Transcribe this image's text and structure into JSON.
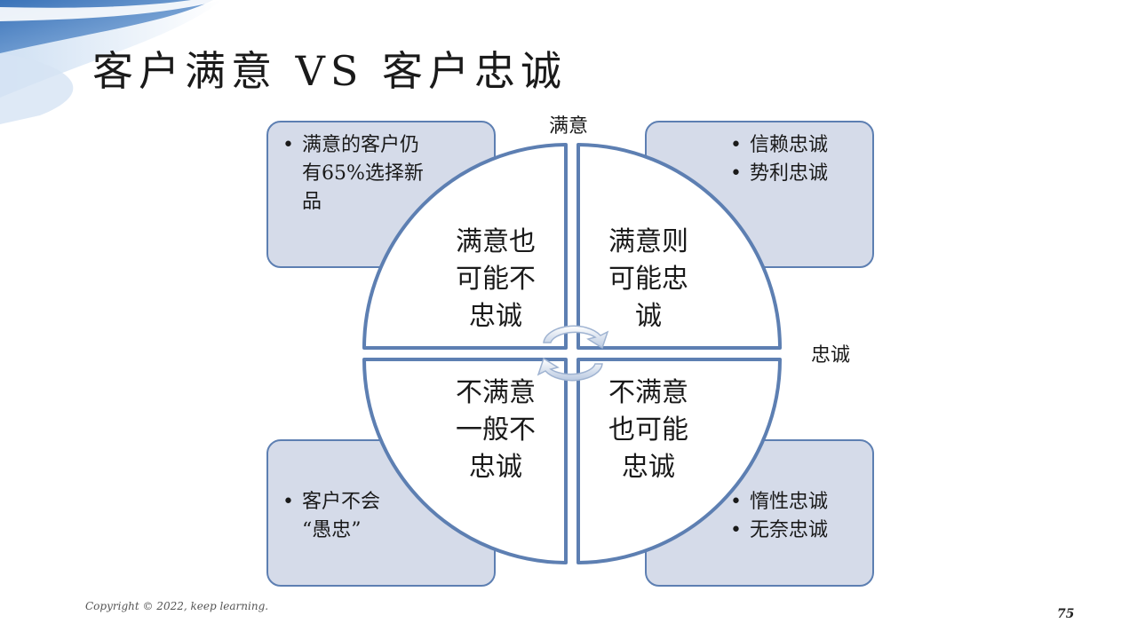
{
  "slide": {
    "title": "客户满意 VS 客户忠诚",
    "footer": "Copyright © 2022, keep learning.",
    "page_number": "75"
  },
  "axes": {
    "top": "满意",
    "right": "忠诚"
  },
  "boxes": {
    "top_left": [
      "满意的客户仍有65%选择新品"
    ],
    "top_right": [
      "信赖忠诚",
      "势利忠诚"
    ],
    "bottom_left": [
      "客户不会",
      "“愚忠”"
    ],
    "bottom_right": [
      "惰性忠诚",
      "无奈忠诚"
    ]
  },
  "quadrants": {
    "top_left": [
      "满意也",
      "可能不",
      "忠诚"
    ],
    "top_right": [
      "满意则",
      "可能忠",
      "诚"
    ],
    "bottom_left": [
      "不满意",
      "一般不",
      "忠诚"
    ],
    "bottom_right": [
      "不满意",
      "也可能",
      "忠诚"
    ]
  },
  "colors": {
    "box_fill": "#d5dbe9",
    "border": "#5d7fb2",
    "quadrant_fill": "#ffffff",
    "deco": "#2e6db4"
  }
}
